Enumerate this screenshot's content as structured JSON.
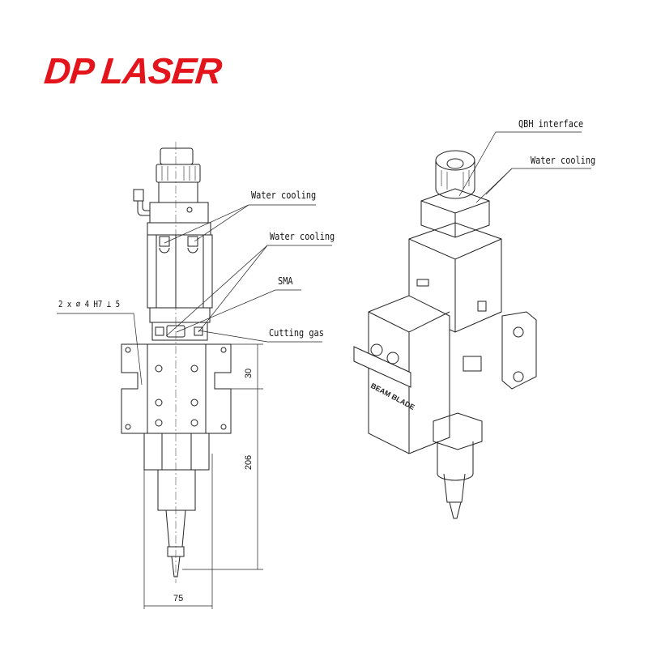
{
  "brand": {
    "logo_text": "DP LASER",
    "color": "#e3141b"
  },
  "front_view": {
    "labels": {
      "water_cooling_upper": "Water cooling",
      "water_cooling_lower": "Water cooling",
      "sma": "SMA",
      "pin_hole": "2 x ∅ 4 H7 ⊥ 5",
      "cutting_gas": "Cutting gas"
    },
    "dimensions": {
      "height_top": "30",
      "height_total": "206",
      "width": "75"
    }
  },
  "iso_view": {
    "labels": {
      "qbh_interface": "QBH interface",
      "water_cooling": "Water cooling"
    },
    "housing_text": "BEAM BLADE"
  }
}
